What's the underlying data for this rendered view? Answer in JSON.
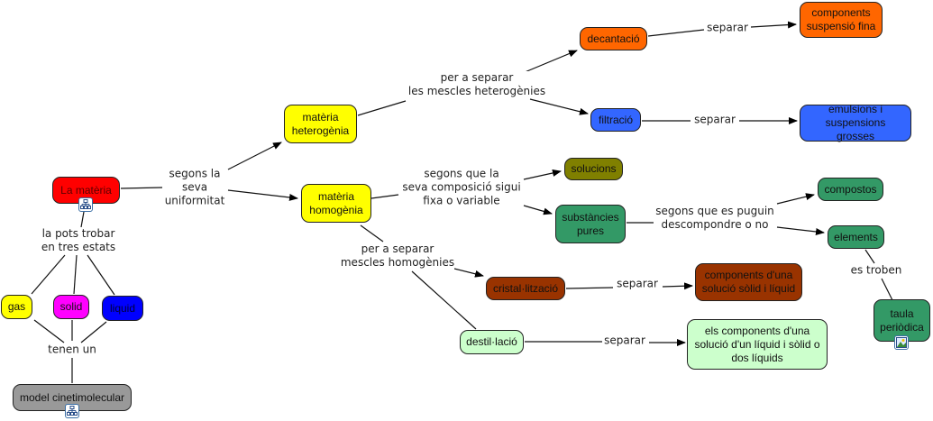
{
  "nodes": {
    "materia": {
      "label": "La matèria",
      "color": "#ff0000"
    },
    "heterogenia": {
      "label": "matèria heterogènia",
      "color": "#ffff00"
    },
    "homogenia": {
      "label": "matèria homogènia",
      "color": "#ffff00"
    },
    "decantacio": {
      "label": "decantació",
      "color": "#ff6600"
    },
    "susp_fina": {
      "label": "components suspensió fina",
      "color": "#ff6600"
    },
    "filtracio": {
      "label": "filtració",
      "color": "#3366ff"
    },
    "emulsions": {
      "label": "emulsions i suspensions grosses",
      "color": "#3366ff"
    },
    "solucions": {
      "label": "solucions",
      "color": "#808000"
    },
    "pures": {
      "label": "substàncies pures",
      "color": "#339966"
    },
    "compostos": {
      "label": "compostos",
      "color": "#339966"
    },
    "elements": {
      "label": "elements",
      "color": "#339966"
    },
    "taula": {
      "label": "taula periòdica",
      "color": "#339966"
    },
    "cristal": {
      "label": "cristal·lització",
      "color": "#993300"
    },
    "comp_solid": {
      "label": "components d'una solució sòlid i líquid",
      "color": "#993300"
    },
    "destil": {
      "label": "destil·lació",
      "color": "#ccffcc"
    },
    "comp_liquid": {
      "label": "els components d'una solució d'un líquid i sòlid o dos líquids",
      "color": "#ccffcc"
    },
    "gas": {
      "label": "gas",
      "color": "#ffff00"
    },
    "solid": {
      "label": "solid",
      "color": "#ff00ff"
    },
    "liquid": {
      "label": "liquid",
      "color": "#0000ff"
    },
    "model": {
      "label": "model cinetimolecular",
      "color": "#999999"
    }
  },
  "links": {
    "uniformitat": "segons la\nseva\nuniformitat",
    "heterogenies": "per a separar\nles mescles heterogènies",
    "sep1": "separar",
    "sep2": "separar",
    "composicio": "segons que la\nseva composició sigui\nfixa o variable",
    "descompondre": "segons que es puguin\ndescompondre o no",
    "es_troben": "es troben",
    "homogenies": "per a separar\nmescles homogènies",
    "sep3": "separar",
    "sep4": "separar",
    "estats": "la pots trobar\nen tres estats",
    "tenen": "tenen un"
  },
  "icons": {
    "materia_badge": "concept-map-icon",
    "model_badge": "concept-map-icon",
    "taula_badge": "image-icon"
  }
}
